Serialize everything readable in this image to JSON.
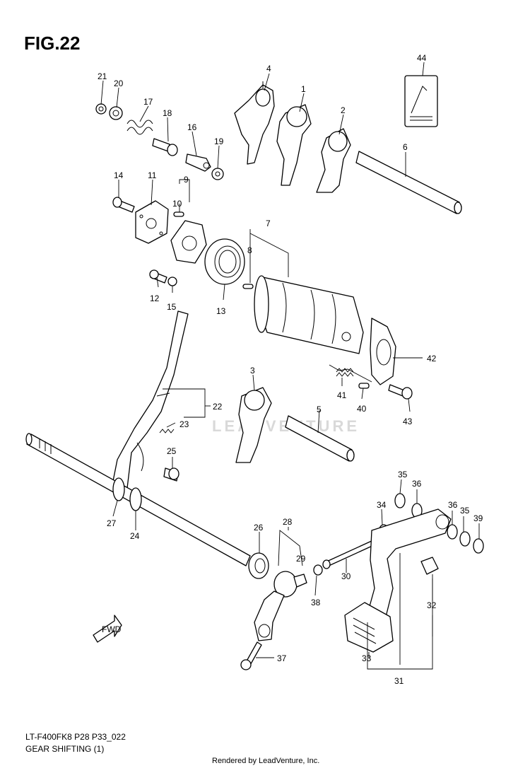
{
  "figure": {
    "title": "FIG.22",
    "code": "LT-F400FK8 P28 P33_022",
    "caption": "GEAR SHIFTING (1)",
    "footer": "Rendered by LeadVenture, Inc.",
    "watermark": "LEADVENTURE",
    "fwd_arrow": "FWD"
  },
  "callouts": [
    {
      "id": "c1",
      "label": "1"
    },
    {
      "id": "c2",
      "label": "2"
    },
    {
      "id": "c3",
      "label": "3"
    },
    {
      "id": "c4",
      "label": "4"
    },
    {
      "id": "c5",
      "label": "5"
    },
    {
      "id": "c6",
      "label": "6"
    },
    {
      "id": "c7",
      "label": "7"
    },
    {
      "id": "c8",
      "label": "8"
    },
    {
      "id": "c9",
      "label": "9"
    },
    {
      "id": "c10",
      "label": "10"
    },
    {
      "id": "c11",
      "label": "11"
    },
    {
      "id": "c12",
      "label": "12"
    },
    {
      "id": "c13",
      "label": "13"
    },
    {
      "id": "c14",
      "label": "14"
    },
    {
      "id": "c15",
      "label": "15"
    },
    {
      "id": "c16",
      "label": "16"
    },
    {
      "id": "c17",
      "label": "17"
    },
    {
      "id": "c18",
      "label": "18"
    },
    {
      "id": "c19",
      "label": "19"
    },
    {
      "id": "c20",
      "label": "20"
    },
    {
      "id": "c21",
      "label": "21"
    },
    {
      "id": "c22",
      "label": "22"
    },
    {
      "id": "c23",
      "label": "23"
    },
    {
      "id": "c24",
      "label": "24"
    },
    {
      "id": "c25",
      "label": "25"
    },
    {
      "id": "c26",
      "label": "26"
    },
    {
      "id": "c27",
      "label": "27"
    },
    {
      "id": "c28",
      "label": "28"
    },
    {
      "id": "c29",
      "label": "29"
    },
    {
      "id": "c30",
      "label": "30"
    },
    {
      "id": "c31",
      "label": "31"
    },
    {
      "id": "c32",
      "label": "32"
    },
    {
      "id": "c33",
      "label": "33"
    },
    {
      "id": "c34",
      "label": "34"
    },
    {
      "id": "c35a",
      "label": "35"
    },
    {
      "id": "c35b",
      "label": "35"
    },
    {
      "id": "c36a",
      "label": "36"
    },
    {
      "id": "c36b",
      "label": "36"
    },
    {
      "id": "c37",
      "label": "37"
    },
    {
      "id": "c38",
      "label": "38"
    },
    {
      "id": "c39",
      "label": "39"
    },
    {
      "id": "c40",
      "label": "40"
    },
    {
      "id": "c41",
      "label": "41"
    },
    {
      "id": "c42",
      "label": "42"
    },
    {
      "id": "c43",
      "label": "43"
    },
    {
      "id": "c44",
      "label": "44"
    }
  ]
}
